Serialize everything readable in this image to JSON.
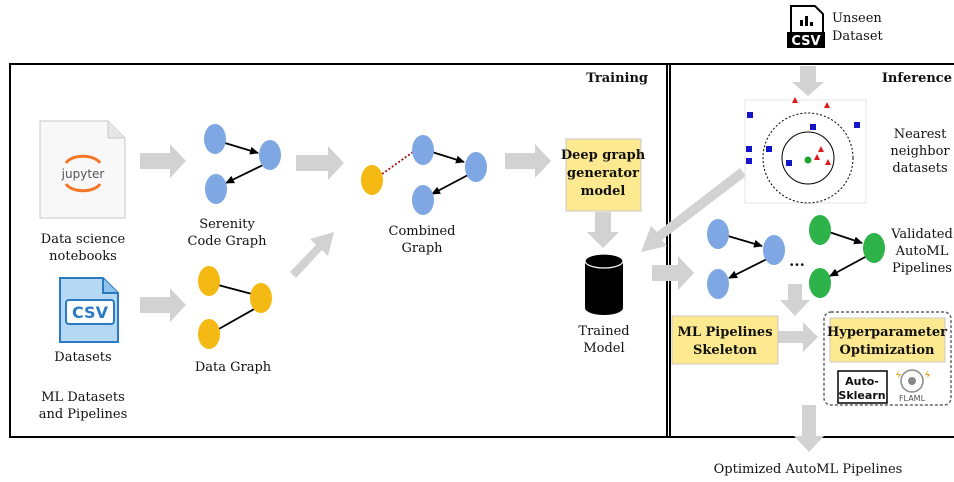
{
  "training": {
    "title": "Training",
    "notebooks_label": [
      "Data science",
      "notebooks"
    ],
    "jupyter_text": "jupyter",
    "csv_text": "CSV",
    "datasets_label": "Datasets",
    "ml_label": [
      "ML Datasets",
      "and Pipelines"
    ],
    "serenity_label": [
      "Serenity",
      "Code Graph"
    ],
    "data_graph_label": "Data Graph",
    "combined_label": [
      "Combined",
      "Graph"
    ],
    "generator_label": [
      "Deep graph",
      "generator",
      "model"
    ],
    "trained_label": [
      "Trained",
      "Model"
    ]
  },
  "inference": {
    "title": "Inference",
    "unseen_label": [
      "Unseen",
      "Dataset"
    ],
    "unseen_csv_text": "CSV",
    "nearest_label": [
      "Nearest",
      "neighbor",
      "datasets"
    ],
    "validated_label": [
      "Validated",
      "AutoML",
      "Pipelines"
    ],
    "ellipsis": "...",
    "skeleton_label": [
      "ML Pipelines",
      "Skeleton"
    ],
    "hpo_label": [
      "Hyperparameter",
      "Optimization"
    ],
    "autosklearn_label": [
      "Auto-",
      "Sklearn"
    ],
    "flaml_label": "FLAML",
    "output_label": "Optimized AutoML Pipelines"
  },
  "colors": {
    "blue_node": "#7fa7e3",
    "orange_node": "#f5b914",
    "green_node": "#2db34a",
    "highlight_box": "#fde98f",
    "arrow_gray": "#d0d0d0",
    "marker_blue": "#1414c8",
    "marker_red": "#e01818",
    "marker_green": "#1aa830"
  }
}
